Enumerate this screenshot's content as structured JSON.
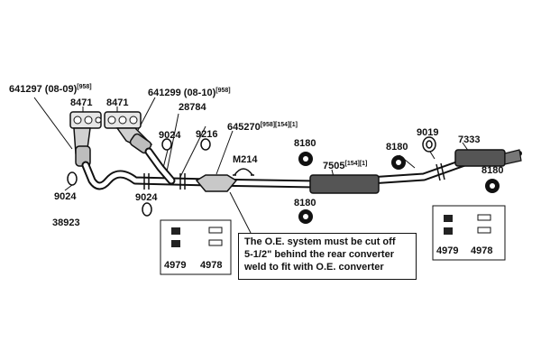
{
  "parts": {
    "p641297": "641297",
    "p641297_note": "(08-09)",
    "p641297_sup": "[958]",
    "p8471_left": "8471",
    "p8471_right": "8471",
    "p641299": "641299",
    "p641299_note": "(08-10)",
    "p641299_sup": "[958]",
    "p28784": "28784",
    "p9024_top": "9024",
    "p9216": "9216",
    "p645270": "645270",
    "p645270_sup": "[958][154][1]",
    "pM214": "M214",
    "p9024_left": "9024",
    "p9024_mid": "9024",
    "p38923": "38923",
    "p8180_a": "8180",
    "p8180_b": "8180",
    "p8180_c": "8180",
    "p8180_d": "8180",
    "p7505": "7505",
    "p7505_sup": "[154][1]",
    "p9019": "9019",
    "p7333": "7333"
  },
  "kit_left": {
    "a": "4979",
    "b": "4978"
  },
  "kit_right": {
    "a": "4979",
    "b": "4978"
  },
  "note": {
    "line1": "The O.E. system must be cut off",
    "line2": "5-1/2\" behind the rear converter",
    "line3": "weld to fit with O.E. converter"
  }
}
